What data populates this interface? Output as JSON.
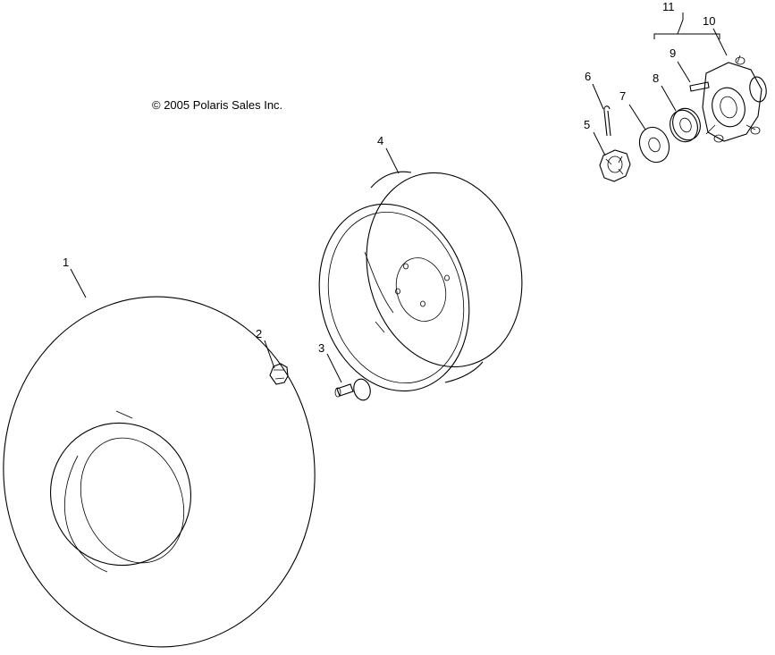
{
  "copyright": "© 2005 Polaris Sales Inc.",
  "callouts": [
    {
      "id": "1",
      "part_icon": "tire-icon"
    },
    {
      "id": "2",
      "part_icon": "valve-nut-icon"
    },
    {
      "id": "3",
      "part_icon": "valve-stem-icon"
    },
    {
      "id": "4",
      "part_icon": "wheel-rim-icon"
    },
    {
      "id": "5",
      "part_icon": "castle-nut-icon"
    },
    {
      "id": "6",
      "part_icon": "cotter-pin-icon"
    },
    {
      "id": "7",
      "part_icon": "washer-icon"
    },
    {
      "id": "8",
      "part_icon": "spacer-washer-icon"
    },
    {
      "id": "9",
      "part_icon": "wheel-stud-icon"
    },
    {
      "id": "10",
      "part_icon": "wheel-hub-icon"
    },
    {
      "id": "11",
      "part_icon": "hub-assembly-bracket-icon"
    }
  ]
}
